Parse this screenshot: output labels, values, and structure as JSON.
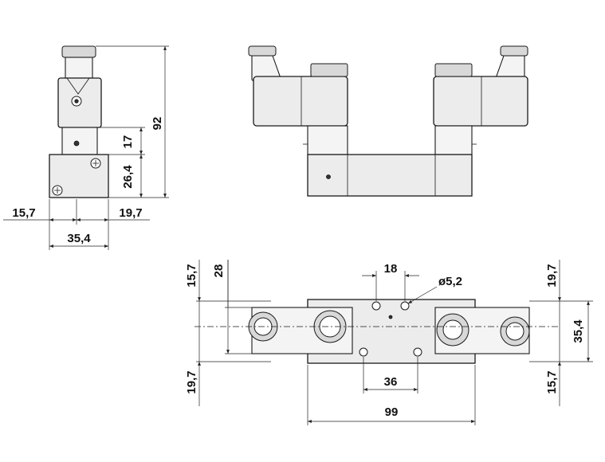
{
  "side_view": {
    "height_total": "92",
    "height_upper": "17",
    "height_lower": "26,4",
    "width_left": "15,7",
    "width_right": "19,7",
    "width_total": "35,4"
  },
  "top_view": {
    "left_upper": "15,7",
    "left_span": "28",
    "left_lower": "19,7",
    "hole_spacing_top": "18",
    "hole_diameter": "ø5,2",
    "hole_spacing_bottom": "36",
    "overall_length": "99",
    "right_upper": "19,7",
    "right_width": "35,4",
    "right_lower": "15,7"
  }
}
